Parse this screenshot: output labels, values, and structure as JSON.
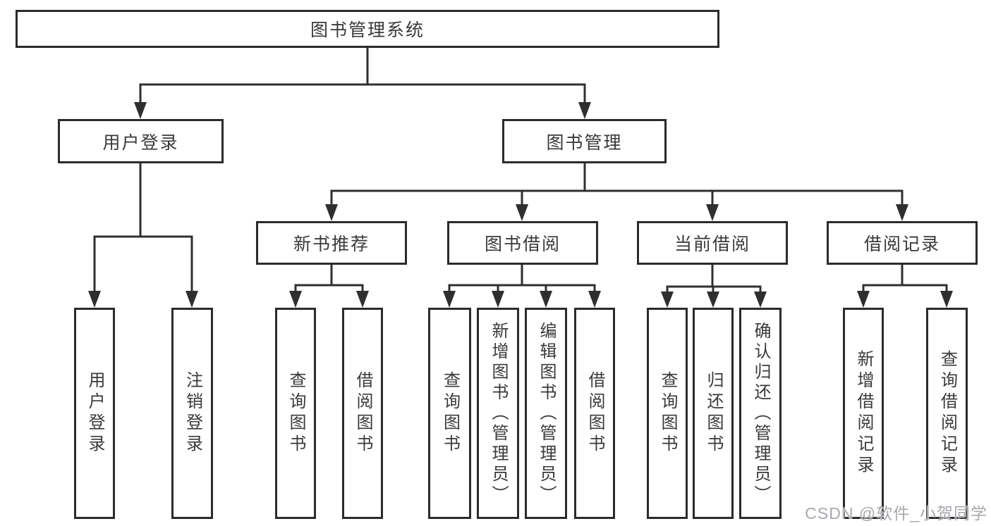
{
  "tree": {
    "root": {
      "label": "图书管理系统"
    },
    "branches": [
      {
        "label": "用户登录",
        "children": [
          {
            "label": "用户登录"
          },
          {
            "label": "注销登录"
          }
        ]
      },
      {
        "label": "图书管理",
        "sections": [
          {
            "label": "新书推荐",
            "children": [
              {
                "label": "查询图书"
              },
              {
                "label": "借阅图书"
              }
            ]
          },
          {
            "label": "图书借阅",
            "children": [
              {
                "label": "查询图书"
              },
              {
                "label": "新增图书（管理员）"
              },
              {
                "label": "编辑图书（管理员）"
              },
              {
                "label": "借阅图书"
              }
            ]
          },
          {
            "label": "当前借阅",
            "children": [
              {
                "label": "查询图书"
              },
              {
                "label": "归还图书"
              },
              {
                "label": "确认归还（管理员）"
              }
            ]
          },
          {
            "label": "借阅记录",
            "children": [
              {
                "label": "新增借阅记录"
              },
              {
                "label": "查询借阅记录"
              }
            ]
          }
        ]
      }
    ]
  },
  "watermark": {
    "text": "CSDN @软件_小贺同学"
  },
  "colors": {
    "line": "#2f2f2f",
    "border": "#2b2b2b",
    "text": "#3a3a3a",
    "background": "#ffffff",
    "watermark": "#a6a9ae"
  }
}
